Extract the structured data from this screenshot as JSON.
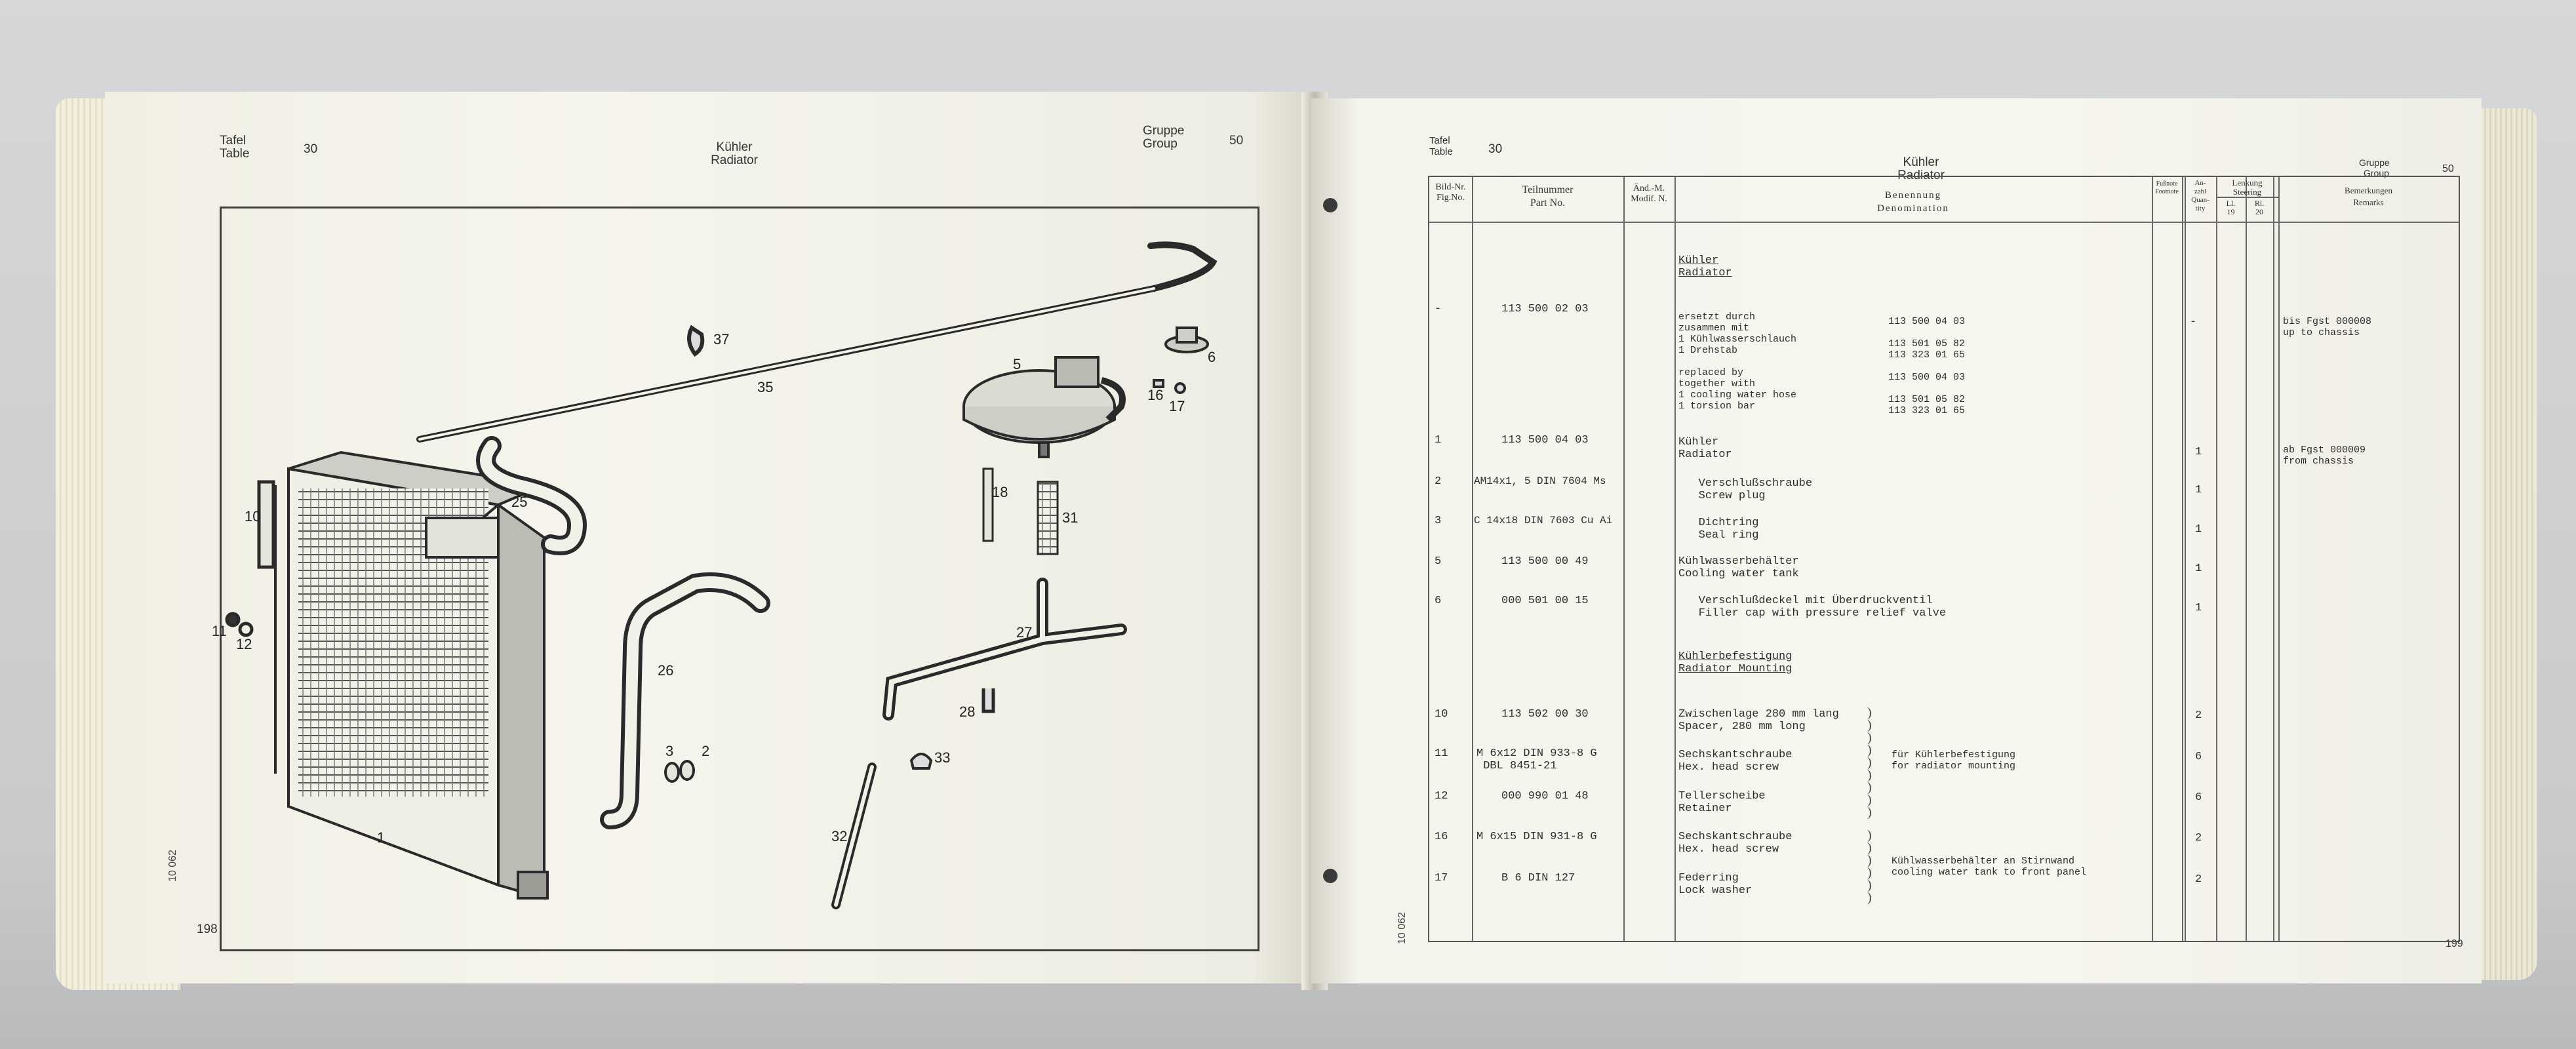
{
  "left_page": {
    "tafei_label": "Tafel",
    "table_label": "Table",
    "table_no": "30",
    "title_de": "Kühler",
    "title_en": "Radiator",
    "gruppe_label": "Gruppe",
    "group_label": "Group",
    "group_no": "50",
    "side_code": "10 062",
    "page_no": "198",
    "callouts": [
      "1",
      "2",
      "3",
      "5",
      "6",
      "10",
      "11",
      "12",
      "16",
      "17",
      "18",
      "25",
      "26",
      "27",
      "28",
      "31",
      "32",
      "33",
      "35",
      "37"
    ]
  },
  "right_page": {
    "tafei_label": "Tafel",
    "table_label": "Table",
    "table_no": "30",
    "title_de": "Kühler",
    "title_en": "Radiator",
    "gruppe_label": "Gruppe",
    "group_label": "Group",
    "group_no": "50",
    "side_code": "10 062",
    "page_no": "199",
    "headers": {
      "fig_no": "Bild-Nr.\nFig.No.",
      "part_no": "Teilnummer\nPart No.",
      "modif": "Änd.-M.\nModif. N.",
      "denomination": "Benennung\nDenomination",
      "footnote": "Fußnote\nFootnote",
      "quantity": "An-\nzahl\nQuan-\ntity",
      "steering": "Lenkung\nSteering",
      "steering_l": "Ll.\n19",
      "steering_r": "Rl.\n20",
      "remarks": "Bemerkungen\nRemarks"
    },
    "section1": {
      "de": "Kühler",
      "en": "Radiator"
    },
    "section2": {
      "de": "Kühlerbefestigung",
      "en": "Radiator Mounting"
    },
    "rows": [
      {
        "fig": "-",
        "part": "113 500 02 03",
        "denom": "ersetzt durch\nzusammen mit\n1 Kühlwasserschlauch\n1 Drehstab\n\nreplaced by\ntogether with\n1 cooling water hose\n1 torsion bar",
        "refs": "113 500 04 03\n\n113 501 05 82\n113 323 01 65\n\n113 500 04 03\n\n113 501 05 82\n113 323 01 65",
        "qty": "-",
        "remarks": "bis Fgst 000008\nup to chassis"
      },
      {
        "fig": "1",
        "part": "113 500 04 03",
        "denom": "Kühler\nRadiator",
        "qty": "1",
        "remarks": "ab Fgst 000009\nfrom chassis"
      },
      {
        "fig": "2",
        "part": "AM14x1, 5 DIN 7604 Ms",
        "denom": "   Verschlußschraube\n   Screw plug",
        "qty": "1"
      },
      {
        "fig": "3",
        "part": "C 14x18 DIN 7603 Cu Ai",
        "denom": "   Dichtring\n   Seal ring",
        "qty": "1"
      },
      {
        "fig": "5",
        "part": "113 500 00 49",
        "denom": "Kühlwasserbehälter\nCooling water tank",
        "qty": "1"
      },
      {
        "fig": "6",
        "part": "000 501 00 15",
        "denom": "   Verschlußdeckel mit Überdruckventil\n   Filler cap with pressure relief valve",
        "qty": "1"
      },
      {
        "fig": "10",
        "part": "113 502 00 30",
        "denom": "Zwischenlage 280 mm lang\nSpacer, 280 mm long",
        "qty": "2"
      },
      {
        "fig": "11",
        "part": "M 6x12 DIN 933-8 G\n DBL 8451-21",
        "denom": "Sechskantschraube\nHex. head screw",
        "qty": "6"
      },
      {
        "fig": "12",
        "part": "000 990 01 48",
        "denom": "Tellerscheibe\nRetainer",
        "qty": "6"
      },
      {
        "fig": "16",
        "part": "M 6x15 DIN 931-8 G",
        "denom": "Sechskantschraube\nHex. head screw",
        "qty": "2"
      },
      {
        "fig": "17",
        "part": "B 6 DIN 127",
        "denom": "Federring\nLock washer",
        "qty": "2"
      }
    ],
    "mount_note": "für Kühlerbefestigung\nfor radiator mounting",
    "tank_note": "Kühlwasserbehälter an Stirnwand\ncooling water tank to front panel"
  }
}
